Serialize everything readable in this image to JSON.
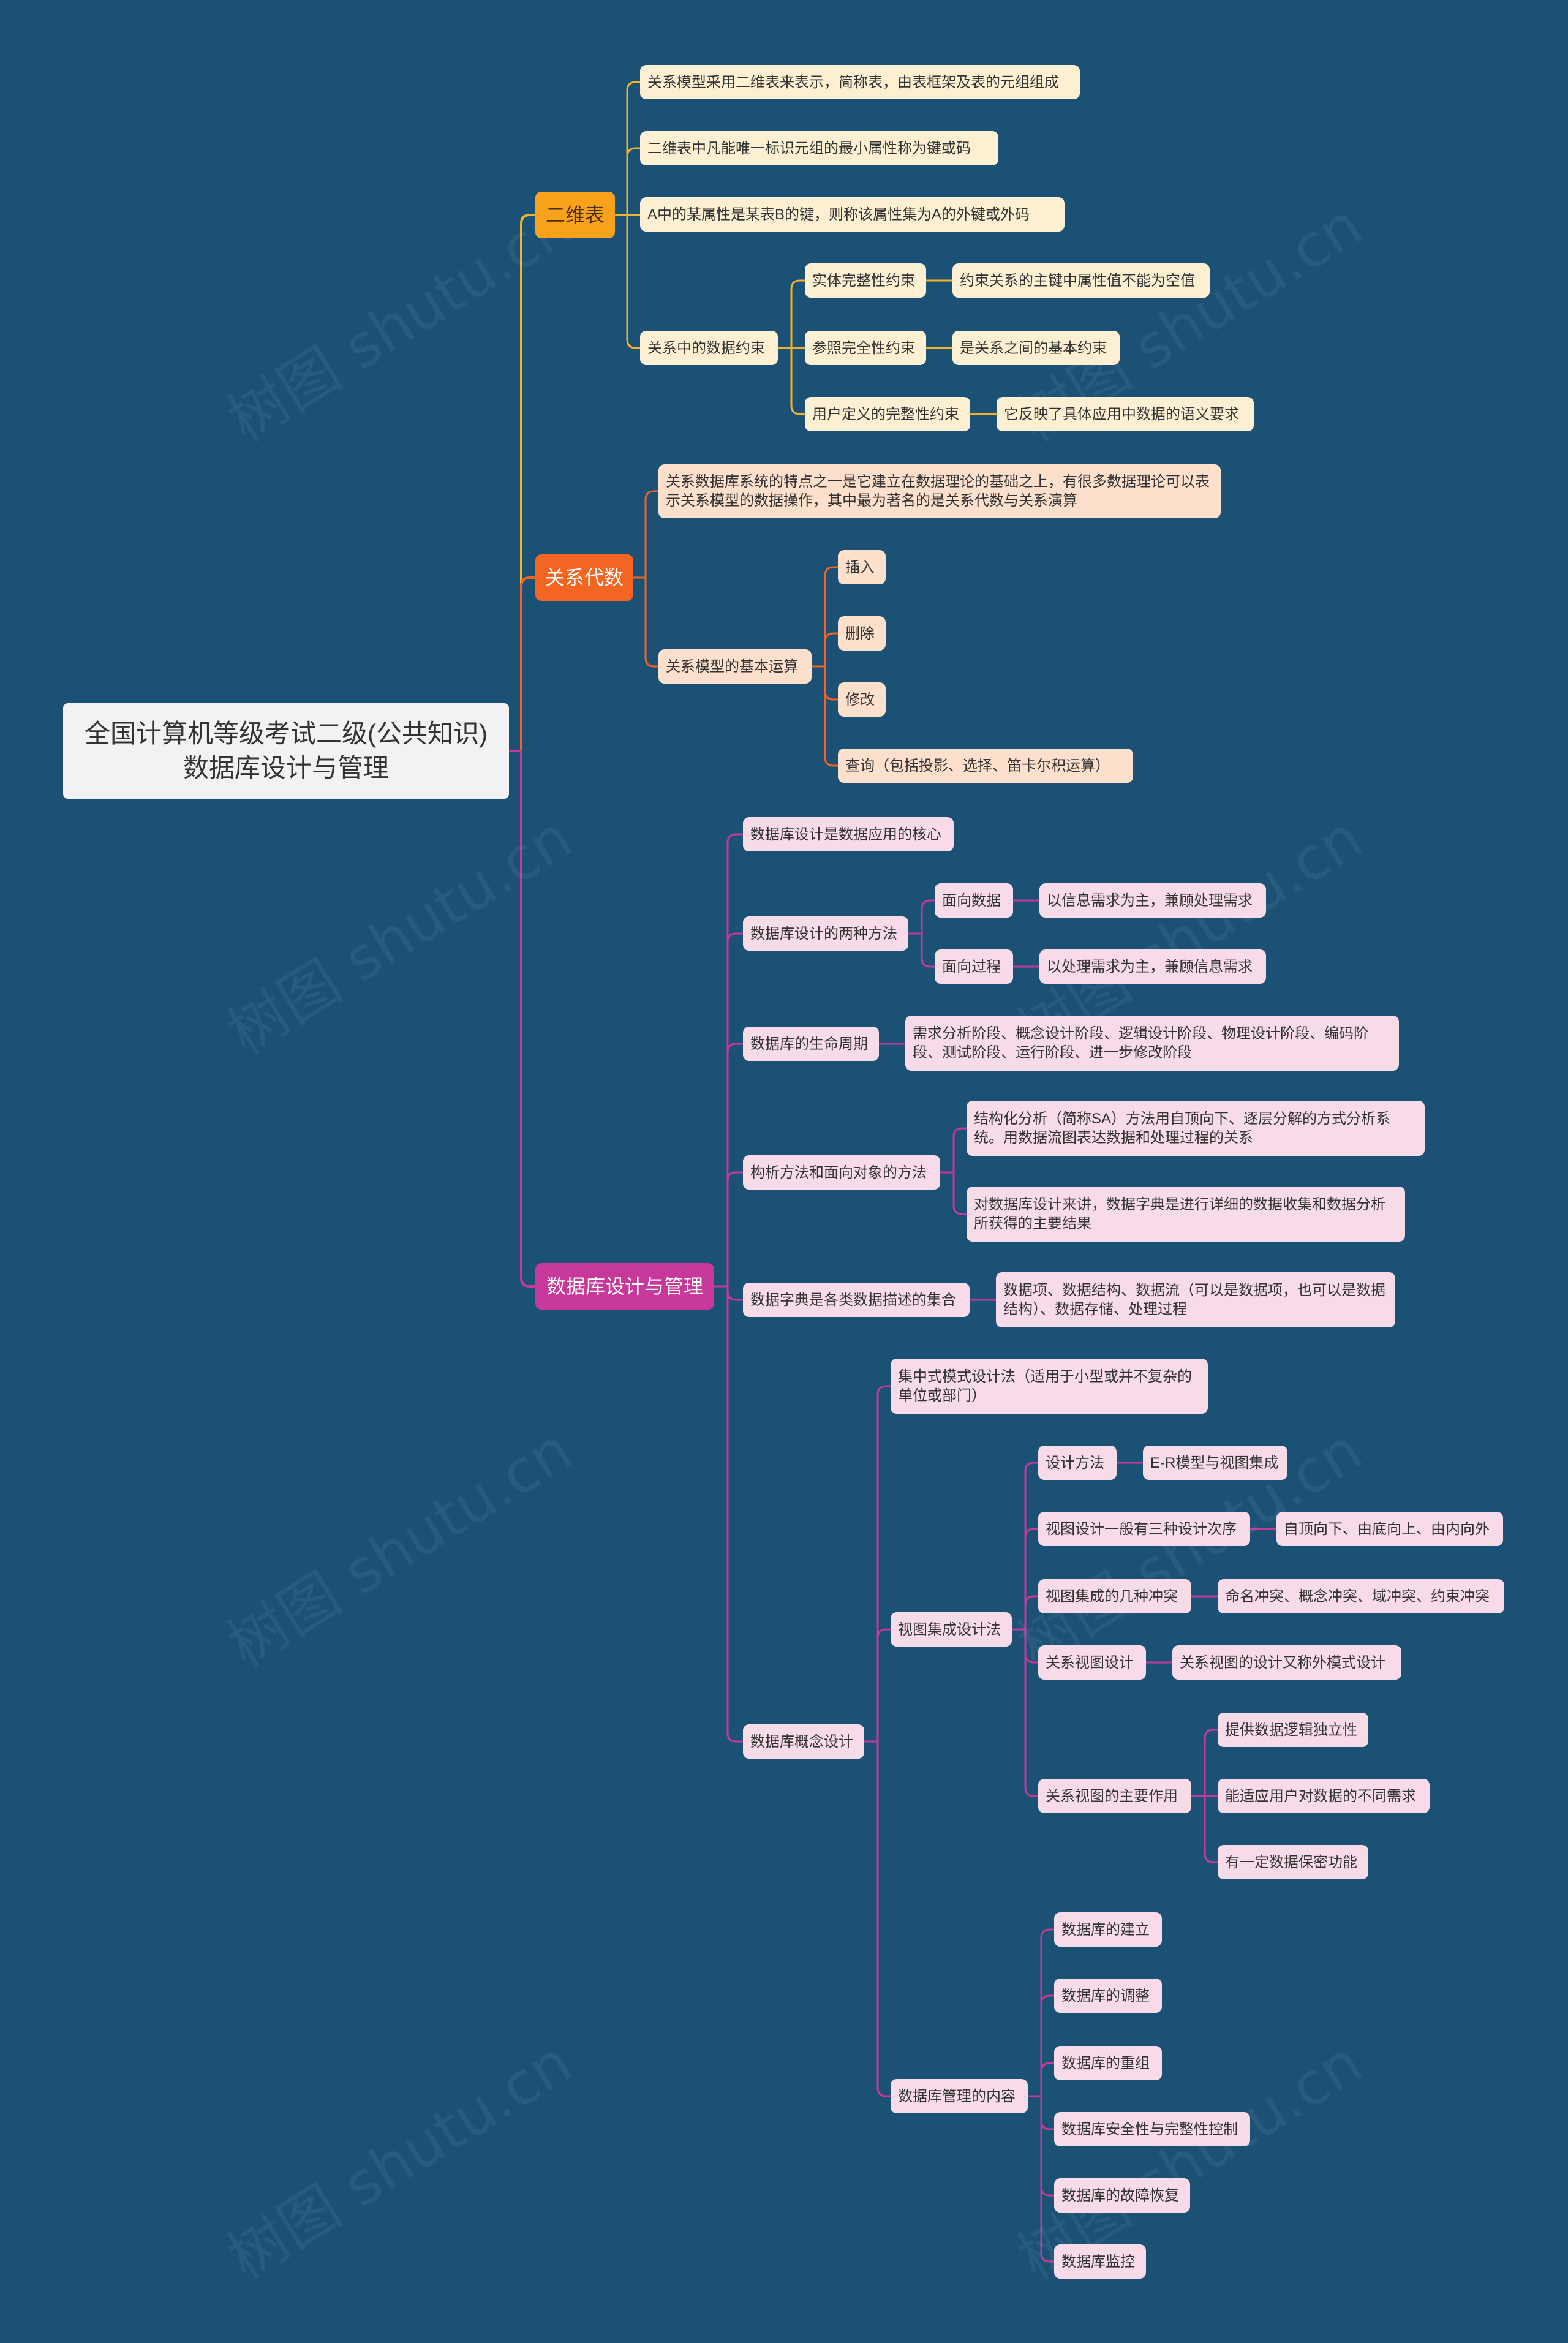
{
  "root": {
    "line1": "全国计算机等级考试二级(公共知识)",
    "line2": "数据库设计与管理"
  },
  "watermark": "树图 shutu.cn",
  "colors": {
    "background": "#1b5175",
    "branch_yellow": "#f8a21b",
    "branch_orange": "#f26522",
    "branch_magenta": "#c6399a"
  },
  "branch1": {
    "title": "二维表",
    "n1": "关系模型采用二维表来表示，简称表，由表框架及表的元组组成",
    "n2": "二维表中凡能唯一标识元组的最小属性称为键或码",
    "n3": "A中的某属性是某表B的键，则称该属性集为A的外键或外码",
    "n4": "关系中的数据约束",
    "c1": "实体完整性约束",
    "c1d": "约束关系的主键中属性值不能为空值",
    "c2": "参照完全性约束",
    "c2d": "是关系之间的基本约束",
    "c3": "用户定义的完整性约束",
    "c3d": "它反映了具体应用中数据的语义要求"
  },
  "branch2": {
    "title": "关系代数",
    "n1": "关系数据库系统的特点之一是它建立在数据理论的基础之上，有很多数据理论可以表示关系模型的数据操作，其中最为著名的是关系代数与关系演算",
    "n2": "关系模型的基本运算",
    "op1": "插入",
    "op2": "删除",
    "op3": "修改",
    "op4": "查询（包括投影、选择、笛卡尔积运算）"
  },
  "branch3": {
    "title": "数据库设计与管理",
    "n1": "数据库设计是数据应用的核心",
    "n2": "数据库设计的两种方法",
    "m1": "面向数据",
    "m1d": "以信息需求为主，兼顾处理需求",
    "m2": "面向过程",
    "m2d": "以处理需求为主，兼顾信息需求",
    "n3": "数据库的生命周期",
    "n3d": "需求分析阶段、概念设计阶段、逻辑设计阶段、物理设计阶段、编码阶段、测试阶段、运行阶段、进一步修改阶段",
    "n4": "构析方法和面向对象的方法",
    "n4a": "结构化分析（简称SA）方法用自顶向下、逐层分解的方式分析系统。用数据流图表达数据和处理过程的关系",
    "n4b": "对数据库设计来讲，数据字典是进行详细的数据收集和数据分析所获得的主要结果",
    "n5": "数据字典是各类数据描述的集合",
    "n5d": "数据项、数据结构、数据流（可以是数据项，也可以是数据结构）、数据存储、处理过程",
    "n6": "数据库概念设计",
    "p1": "集中式模式设计法（适用于小型或并不复杂的单位或部门）",
    "p2": "视图集成设计法",
    "v1": "设计方法",
    "v1d": "E-R模型与视图集成",
    "v2": "视图设计一般有三种设计次序",
    "v2d": "自顶向下、由底向上、由内向外",
    "v3": "视图集成的几种冲突",
    "v3d": "命名冲突、概念冲突、域冲突、约束冲突",
    "v4": "关系视图设计",
    "v4d": "关系视图的设计又称外模式设计",
    "v5": "关系视图的主要作用",
    "r1": "提供数据逻辑独立性",
    "r2": "能适应用户对数据的不同需求",
    "r3": "有一定数据保密功能",
    "p3": "数据库管理的内容",
    "g1": "数据库的建立",
    "g2": "数据库的调整",
    "g3": "数据库的重组",
    "g4": "数据库安全性与完整性控制",
    "g5": "数据库的故障恢复",
    "g6": "数据库监控"
  }
}
